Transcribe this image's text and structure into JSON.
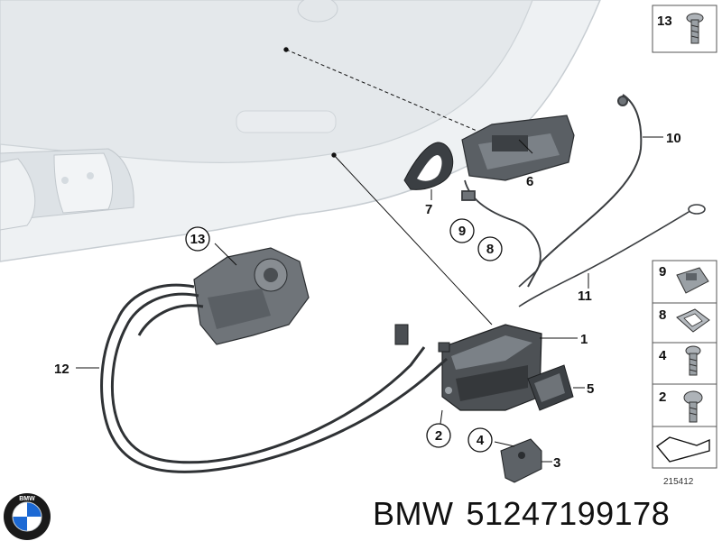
{
  "diagram": {
    "callouts": [
      {
        "id": "1",
        "label": "1"
      },
      {
        "id": "2",
        "label": "2"
      },
      {
        "id": "3",
        "label": "3"
      },
      {
        "id": "4",
        "label": "4"
      },
      {
        "id": "5",
        "label": "5"
      },
      {
        "id": "6",
        "label": "6"
      },
      {
        "id": "7",
        "label": "7"
      },
      {
        "id": "8",
        "label": "8"
      },
      {
        "id": "9",
        "label": "9"
      },
      {
        "id": "10",
        "label": "10"
      },
      {
        "id": "11",
        "label": "11"
      },
      {
        "id": "12",
        "label": "12"
      },
      {
        "id": "13",
        "label": "13"
      }
    ],
    "legend": {
      "top_item": "13",
      "items": [
        "9",
        "8",
        "4",
        "2"
      ],
      "diagram_number": "215412"
    }
  },
  "footer": {
    "brand": "BMW",
    "part_number": "51247199178",
    "logo_letters": "BMW"
  },
  "colors": {
    "tailgate_fill": "#e9edf0",
    "tailgate_edge": "#c9cfd4",
    "part_dark": "#3a3d40",
    "part_mid": "#6e7378",
    "cable": "#2f3235",
    "bmw_blue": "#1c69d4"
  }
}
